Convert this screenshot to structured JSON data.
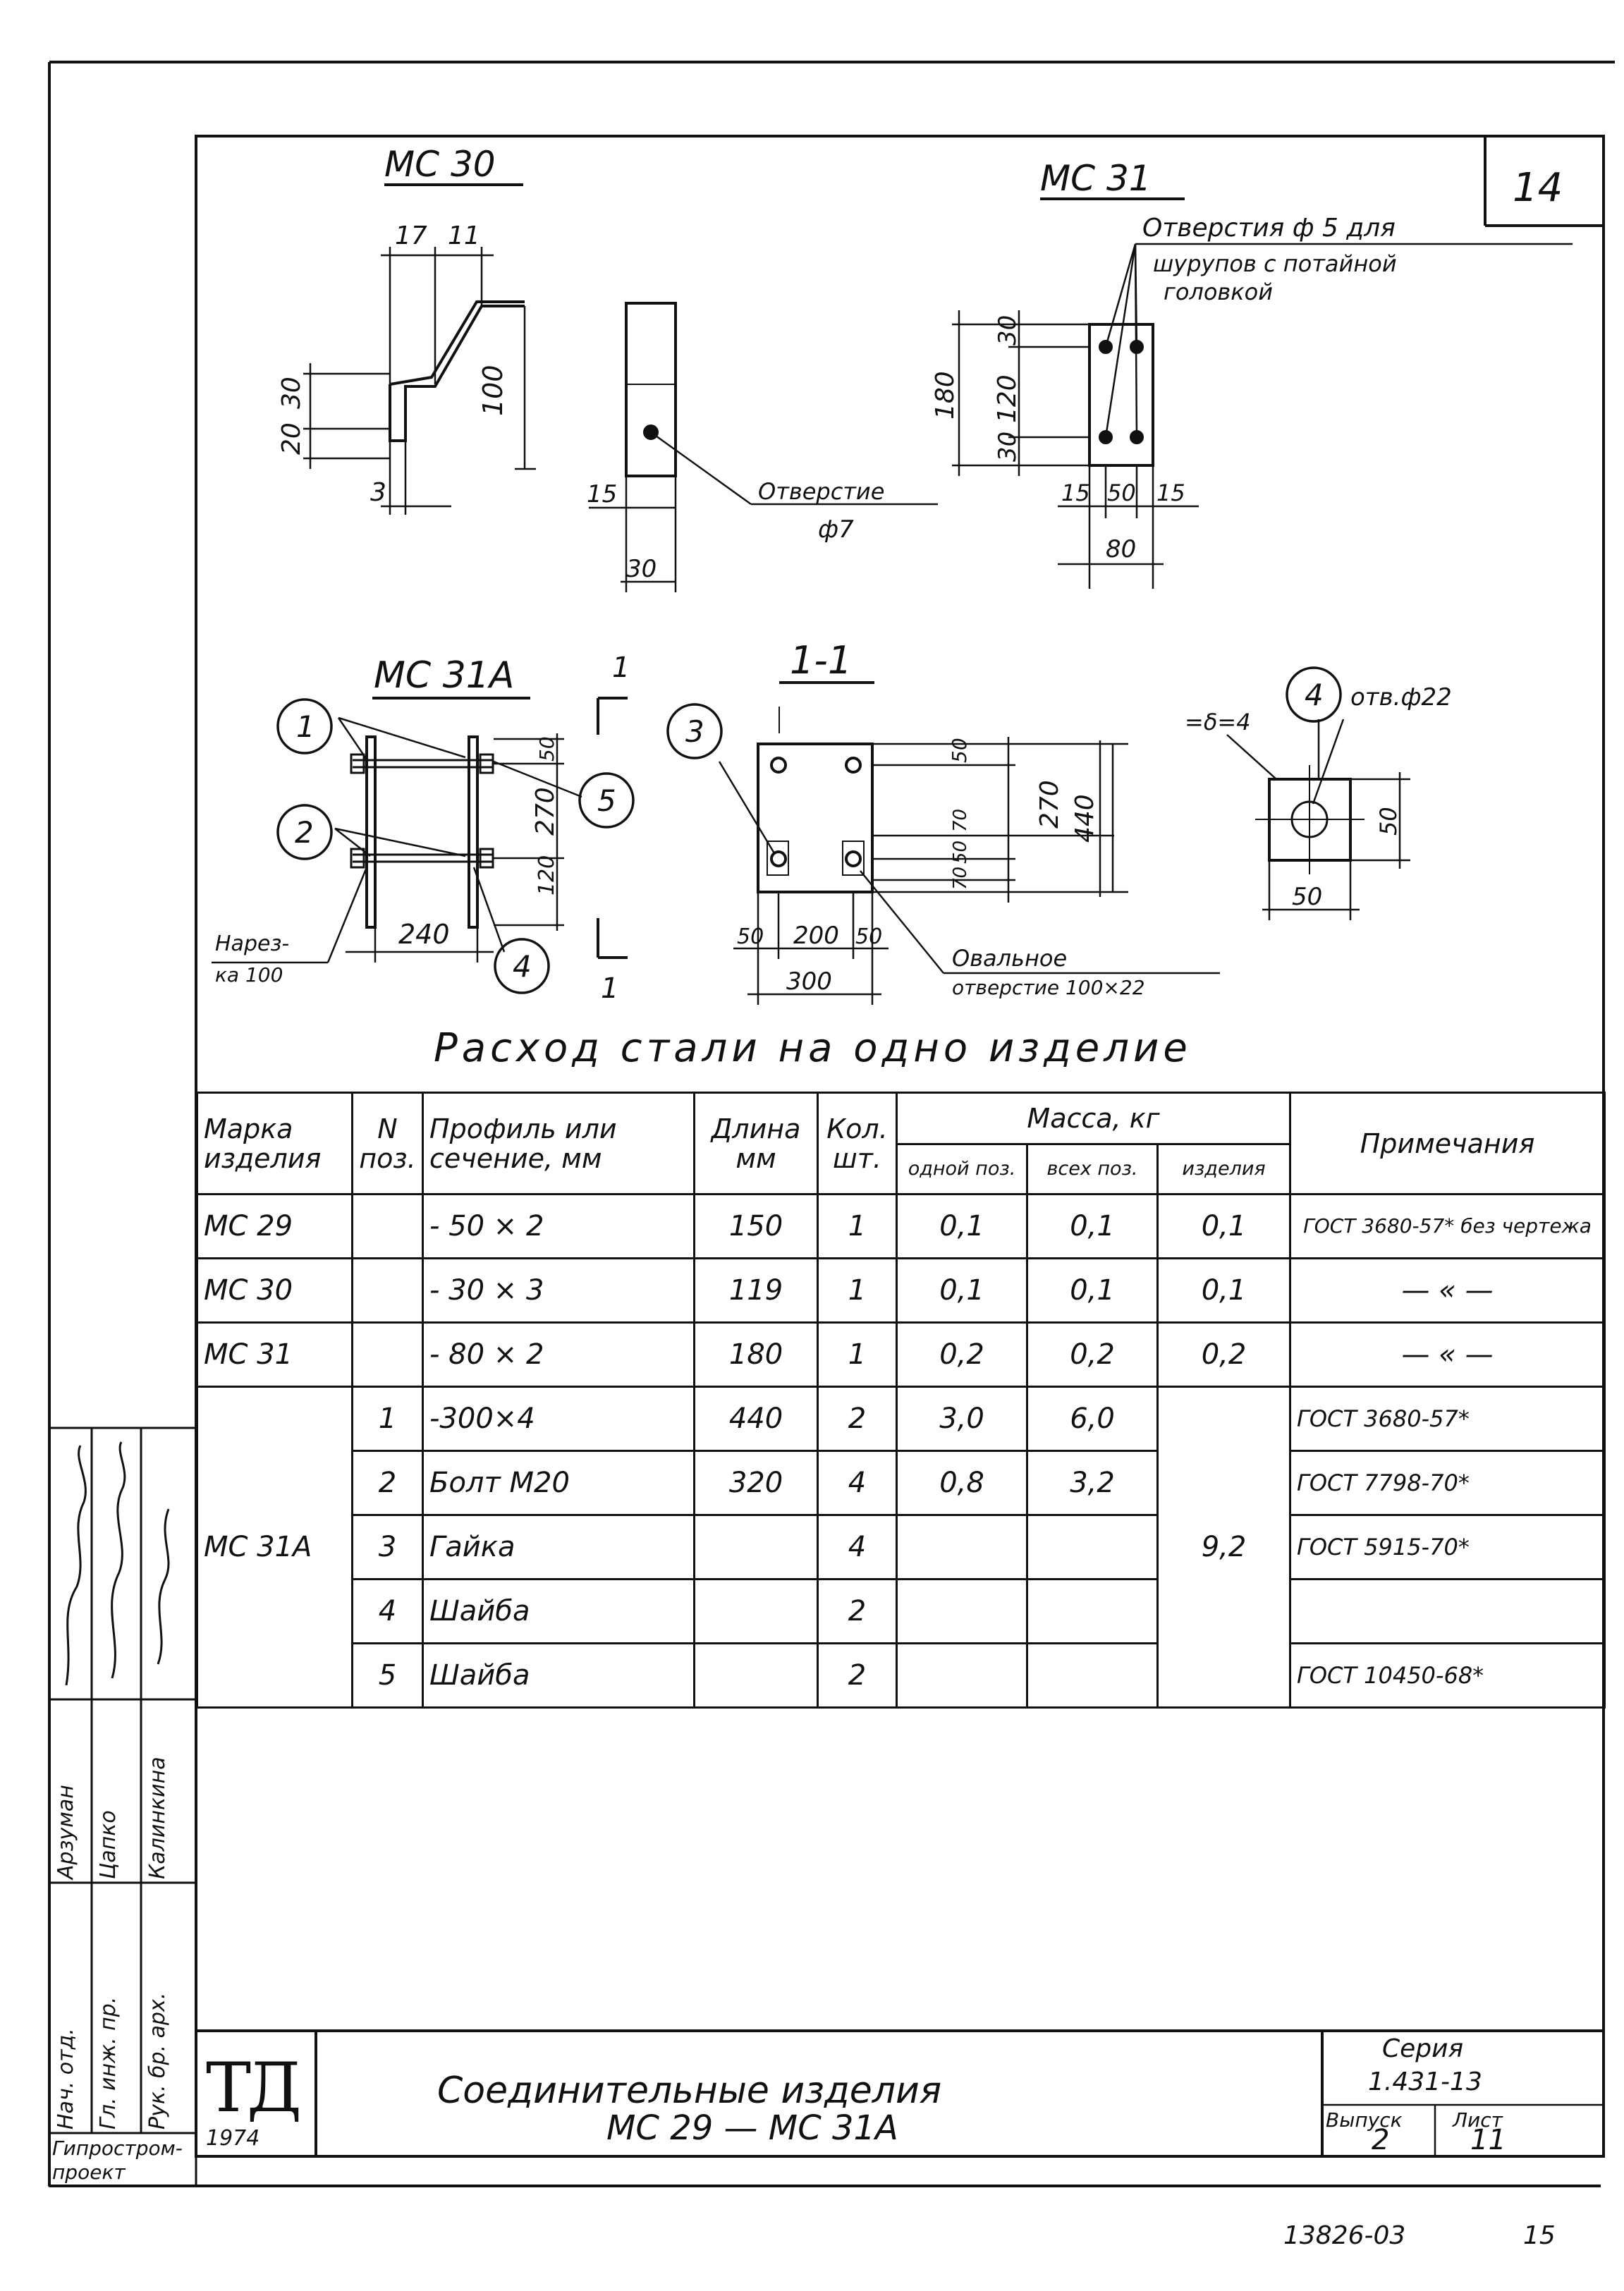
{
  "sheet_number": "14",
  "views": {
    "mc30": {
      "title": "МС 30",
      "dims": [
        "17",
        "11",
        "100",
        "30",
        "20",
        "3",
        "15",
        "30"
      ],
      "hole_note": "Отверстие",
      "hole_dia": "ф7"
    },
    "mc31": {
      "title": "МС 31",
      "note_line1": "Отверстия ф 5 для",
      "note_line2": "шурупов с потайной",
      "note_line3": "головкой",
      "dims": [
        "30",
        "180",
        "120",
        "30",
        "15",
        "50",
        "15",
        "80"
      ]
    },
    "mc31a": {
      "title": "МС 31А",
      "section_mark": "1",
      "callouts": [
        "1",
        "2",
        "4",
        "5"
      ],
      "thread_note1": "Нарез-",
      "thread_note2": "ка 100",
      "dims": [
        "50",
        "270",
        "120",
        "240"
      ]
    },
    "section": {
      "title": "1-1",
      "callout": "3",
      "dims": [
        "50",
        "270",
        "440",
        "70",
        "50",
        "70",
        "50",
        "200",
        "50",
        "300"
      ],
      "oval_note1": "Овальное",
      "oval_note2": "отверстие 100×22"
    },
    "washer": {
      "thickness": "=δ=4",
      "callout": "4",
      "hole": "отв.ф22",
      "dims": [
        "50",
        "50"
      ]
    }
  },
  "table": {
    "caption": "Расход стали на одно изделие",
    "headers": {
      "mark": "Марка изделия",
      "pos": "N поз.",
      "profile": "Профиль или сечение, мм",
      "length": "Длина мм",
      "qty": "Кол. шт.",
      "mass": "Масса, кг",
      "mass_one": "одной поз.",
      "mass_all": "всех поз.",
      "mass_item": "изделия",
      "note": "Примечания"
    },
    "rows": [
      {
        "mark": "МС 29",
        "pos": "",
        "profile": "- 50 × 2",
        "length": "150",
        "qty": "1",
        "one": "0,1",
        "all": "0,1",
        "item": "0,1",
        "note": "ГОСТ 3680-57* без чертежа"
      },
      {
        "mark": "МС 30",
        "pos": "",
        "profile": "- 30 × 3",
        "length": "119",
        "qty": "1",
        "one": "0,1",
        "all": "0,1",
        "item": "0,1",
        "note": "— « —"
      },
      {
        "mark": "МС 31",
        "pos": "",
        "profile": "- 80 × 2",
        "length": "180",
        "qty": "1",
        "one": "0,2",
        "all": "0,2",
        "item": "0,2",
        "note": "— « —"
      }
    ],
    "group": {
      "mark": "МС 31А",
      "item_mass": "9,2",
      "rows": [
        {
          "pos": "1",
          "profile": "-300×4",
          "length": "440",
          "qty": "2",
          "one": "3,0",
          "all": "6,0",
          "note": "ГОСТ 3680-57*"
        },
        {
          "pos": "2",
          "profile": "Болт М20",
          "length": "320",
          "qty": "4",
          "one": "0,8",
          "all": "3,2",
          "note": "ГОСТ 7798-70*"
        },
        {
          "pos": "3",
          "profile": "Гайка",
          "length": "",
          "qty": "4",
          "one": "",
          "all": "",
          "note": "ГОСТ 5915-70*"
        },
        {
          "pos": "4",
          "profile": "Шайба",
          "length": "",
          "qty": "2",
          "one": "",
          "all": "",
          "note": ""
        },
        {
          "pos": "5",
          "profile": "Шайба",
          "length": "",
          "qty": "2",
          "one": "",
          "all": "",
          "note": "ГОСТ 10450-68*"
        }
      ]
    }
  },
  "side_stamp": {
    "roles": [
      "Нач. отд.",
      "Гл. инж. пр.",
      "Рук. бр. арх."
    ],
    "names": [
      "Арзуман",
      "Цапко",
      "Калинкина"
    ],
    "org1": "Гипростром-",
    "org2": "проект"
  },
  "title_block": {
    "logo": "ТД",
    "year": "1974",
    "title_line1": "Соединительные изделия",
    "title_line2": "МС 29 — МС 31А",
    "series_label": "Серия",
    "series_value": "1.431-13",
    "issue_label": "Выпуск",
    "issue_value": "2",
    "sheet_label": "Лист",
    "sheet_value": "11"
  },
  "footer": {
    "archive_number": "13826-03",
    "page": "15"
  }
}
